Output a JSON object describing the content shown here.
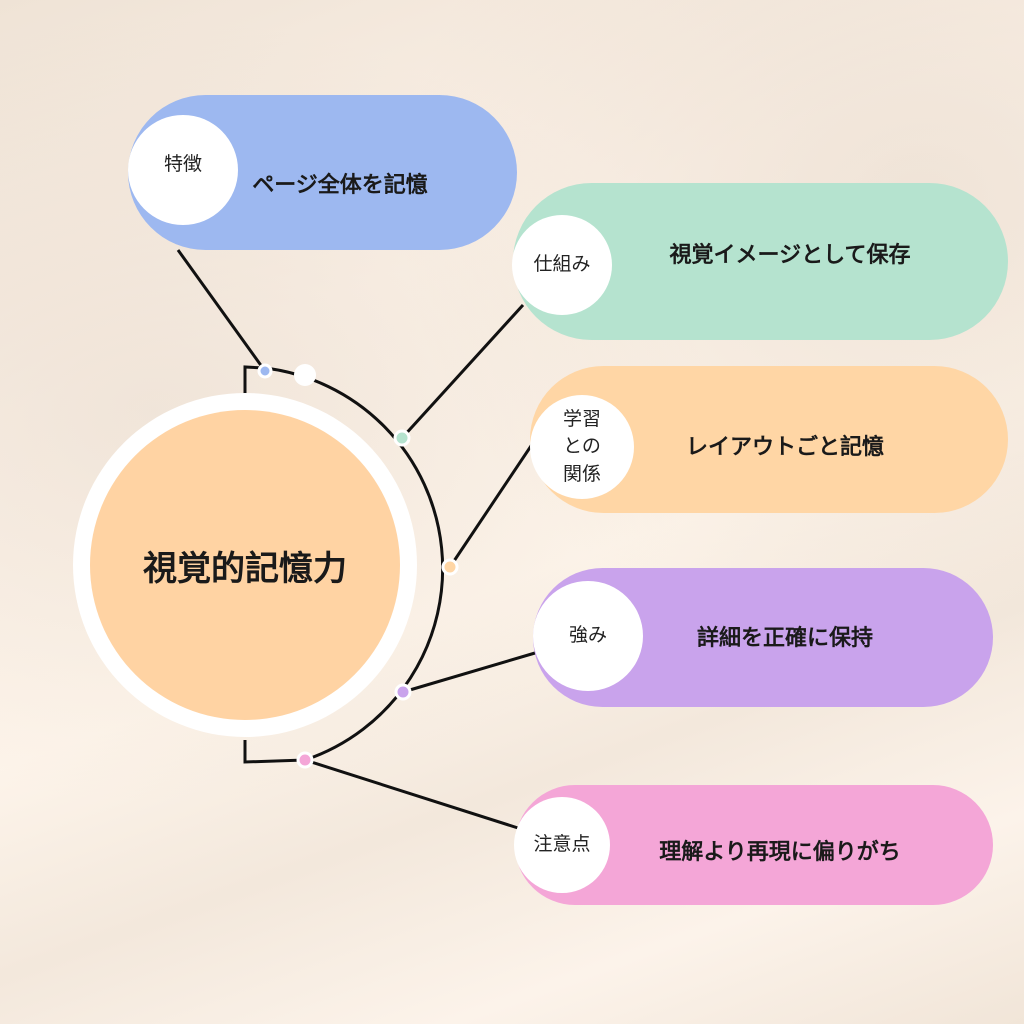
{
  "center": {
    "label": "視覚的記憶力",
    "color": "#FFD3A3"
  },
  "branches": [
    {
      "tag": "特徴",
      "text": "ページ全体を記憶",
      "color": "#9DB8F0"
    },
    {
      "tag": "仕組み",
      "text": "視覚イメージとして保存",
      "color": "#B5E3CF"
    },
    {
      "tag": "学習\nとの\n関係",
      "text": "レイアウトごと記憶",
      "color": "#FFD6A5"
    },
    {
      "tag": "強み",
      "text": "詳細を正確に保持",
      "color": "#C9A3EC"
    },
    {
      "tag": "注意点",
      "text": "理解より再現に偏りがち",
      "color": "#F4A6D7"
    }
  ]
}
